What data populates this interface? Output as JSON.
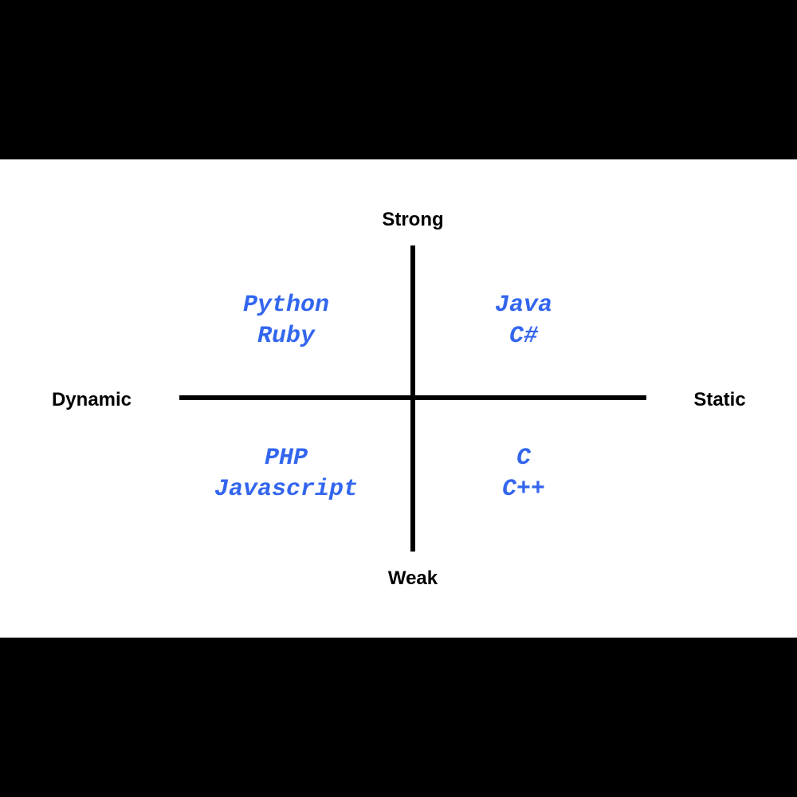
{
  "axes": {
    "top_label": "Strong",
    "bottom_label": "Weak",
    "left_label": "Dynamic",
    "right_label": "Static",
    "line_color": "#000000"
  },
  "quadrants": {
    "top_left": [
      "Python",
      "Ruby"
    ],
    "top_right": [
      "Java",
      "C#"
    ],
    "bottom_left": [
      "PHP",
      "Javascript"
    ],
    "bottom_right": [
      "C",
      "C++"
    ]
  },
  "colors": {
    "language_text": "#3366ee",
    "background": "#ffffff",
    "letterbox": "#000000"
  }
}
